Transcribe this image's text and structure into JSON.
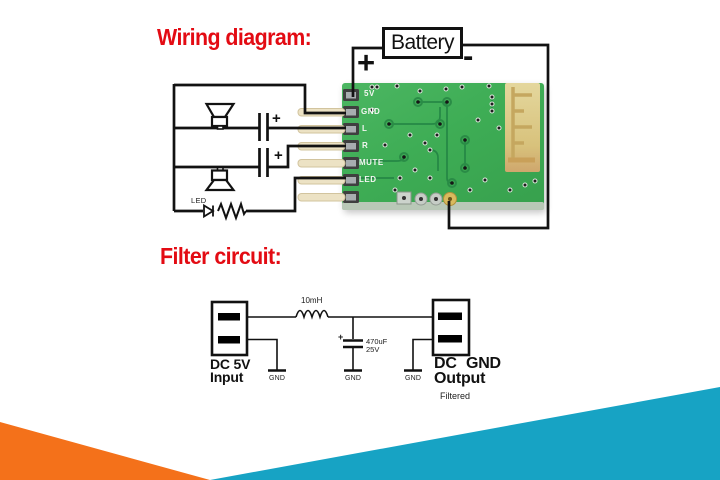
{
  "wiring": {
    "title": "Wiring diagram:",
    "battery_label": "Battery",
    "plus": "+",
    "minus": "-",
    "cap1_plus": "+",
    "cap2_plus": "+",
    "led_label": "LED"
  },
  "pcb": {
    "pins": [
      "5V",
      "GND",
      "L",
      "R",
      "MUTE",
      "LED"
    ]
  },
  "filter": {
    "title": "Filter circuit:",
    "inductor_label": "10mH",
    "cap_plus": "+",
    "cap_value": "470uF",
    "cap_voltage": "25V",
    "gnd": [
      "GND",
      "GND",
      "GND"
    ],
    "input_line1": "DC 5V",
    "input_line2": "Input",
    "output_line1": "DC GND",
    "output_line2": "Output",
    "output_note": "Filtered"
  },
  "colors": {
    "accent_red": "#e30b13",
    "pcb_green": "#3ead55",
    "antenna_tan": "#d8c27c",
    "triangle_orange": "#f4711a",
    "triangle_teal": "#17a3c4",
    "wire_black": "#121212"
  }
}
